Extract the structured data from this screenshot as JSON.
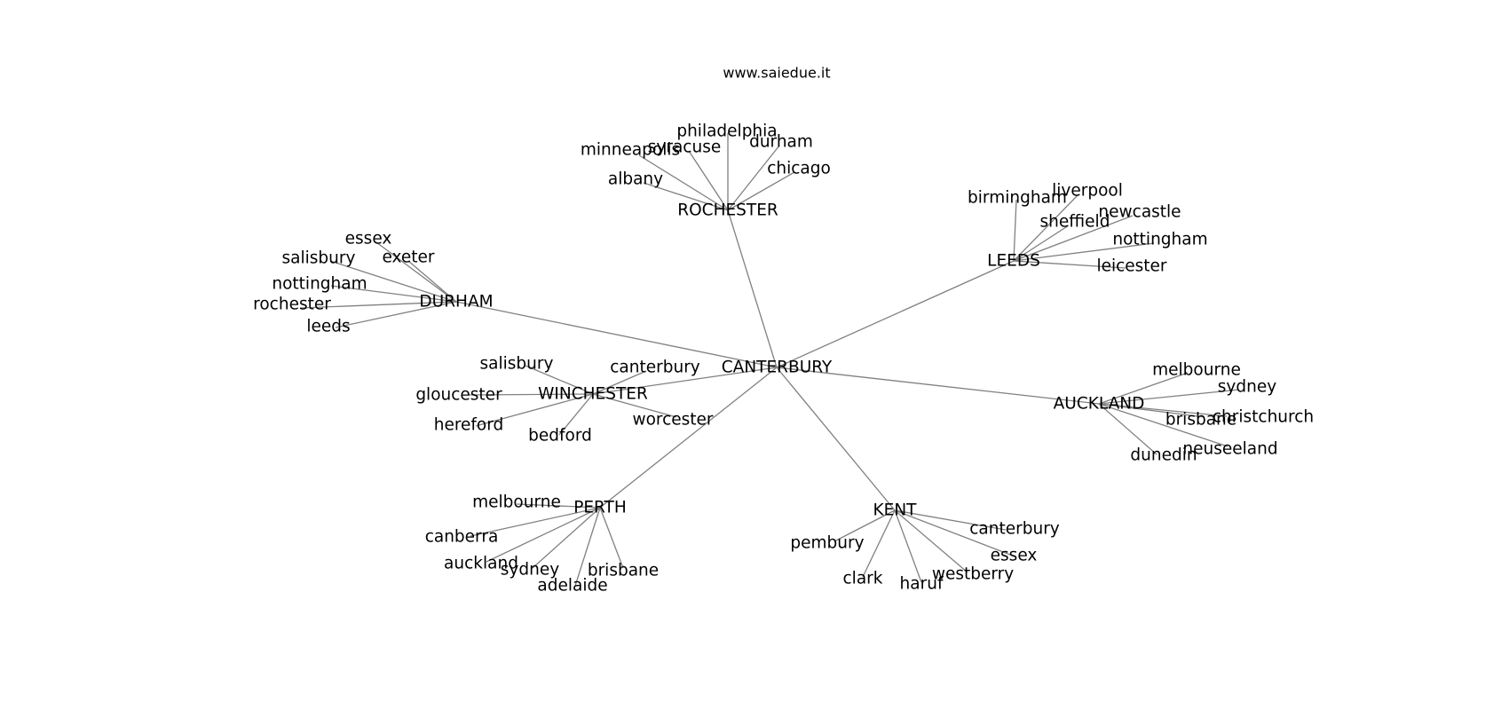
{
  "title": "www.saiedue.it",
  "colors": {
    "edge": "#808080",
    "text": "#000000",
    "background": "#ffffff"
  },
  "root": "CANTERBURY",
  "groups": [
    {
      "hub": "ROCHESTER",
      "leaves": [
        "philadelphia",
        "syracuse",
        "minneapolis",
        "durham",
        "albany",
        "chicago"
      ]
    },
    {
      "hub": "LEEDS",
      "leaves": [
        "birmingham",
        "liverpool",
        "newcastle",
        "sheffield",
        "nottingham",
        "leicester"
      ]
    },
    {
      "hub": "DURHAM",
      "leaves": [
        "essex",
        "exeter",
        "salisbury",
        "nottingham",
        "rochester",
        "leeds"
      ]
    },
    {
      "hub": "WINCHESTER",
      "leaves": [
        "salisbury",
        "canterbury",
        "gloucester",
        "hereford",
        "bedford",
        "worcester"
      ]
    },
    {
      "hub": "AUCKLAND",
      "leaves": [
        "melbourne",
        "sydney",
        "brisbane",
        "christchurch",
        "dunedin",
        "neuseeland"
      ]
    },
    {
      "hub": "PERTH",
      "leaves": [
        "melbourne",
        "canberra",
        "auckland",
        "sydney",
        "adelaide",
        "brisbane"
      ]
    },
    {
      "hub": "KENT",
      "leaves": [
        "canterbury",
        "pembury",
        "essex",
        "westberry",
        "clark",
        "haruf"
      ]
    }
  ]
}
